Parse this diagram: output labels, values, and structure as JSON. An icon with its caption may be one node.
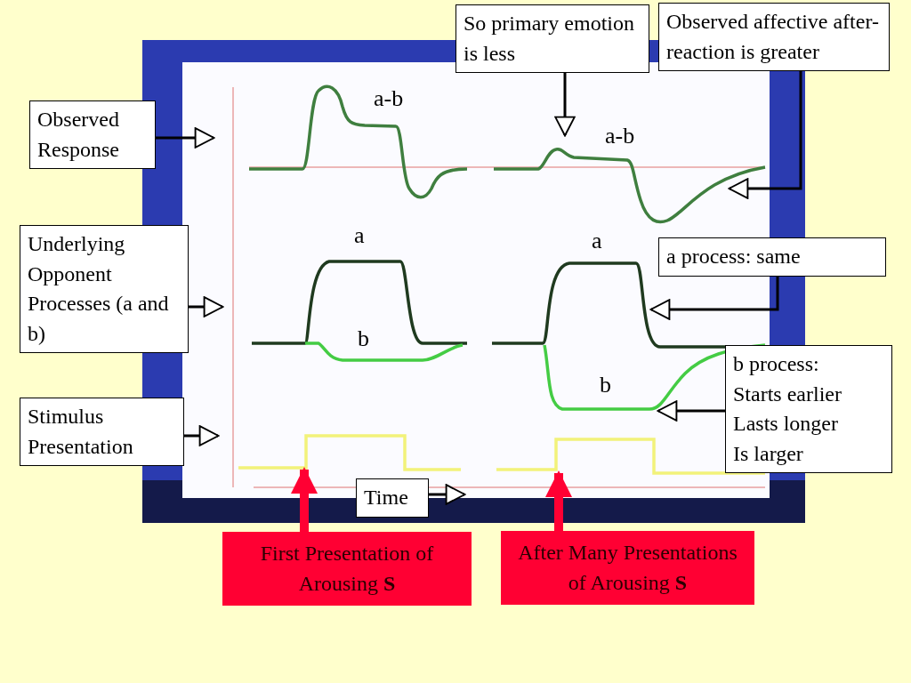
{
  "diagram": {
    "nodes": [
      {
        "text": [
          "Observed Response"
        ]
      },
      {
        "text": [
          "Underlying Opponent Processes (a and b)"
        ]
      },
      {
        "text": [
          "Stimulus Presentation"
        ]
      },
      {
        "text": [
          "So primary emotion is less"
        ]
      },
      {
        "text": [
          "Observed affective after-reaction is greater"
        ]
      },
      {
        "text": [
          "a process: same"
        ]
      },
      {
        "text": [
          "b process:",
          "Starts earlier",
          "Lasts longer",
          "Is larger"
        ]
      },
      {
        "text": [
          "Time"
        ]
      },
      {
        "text": [
          "First Presentation of Arousing **S**"
        ]
      },
      {
        "text": [
          "After Many Presentations of Arousing **S**"
        ]
      }
    ],
    "edges": [
      {
        "from": 0,
        "to": null,
        "arrow": "to"
      },
      {
        "from": 1,
        "to": null,
        "arrow": "to"
      },
      {
        "from": 2,
        "to": null,
        "arrow": "to"
      },
      {
        "from": 3,
        "to": null,
        "arrow": "to"
      },
      {
        "from": 4,
        "to": null,
        "arrow": "to"
      },
      {
        "from": 5,
        "to": null,
        "arrow": "to"
      },
      {
        "from": 6,
        "to": null,
        "arrow": "to"
      },
      {
        "from": 7,
        "to": null,
        "arrow": "to"
      },
      {
        "from": 8,
        "to": null,
        "arrow": "to",
        "style": "thick",
        "color": "#ff0033"
      },
      {
        "from": 9,
        "to": null,
        "arrow": "to",
        "style": "thick",
        "color": "#ff0033"
      }
    ],
    "labels": [
      "a-b",
      "a-b",
      "a",
      "a",
      "b",
      "b"
    ]
  }
}
